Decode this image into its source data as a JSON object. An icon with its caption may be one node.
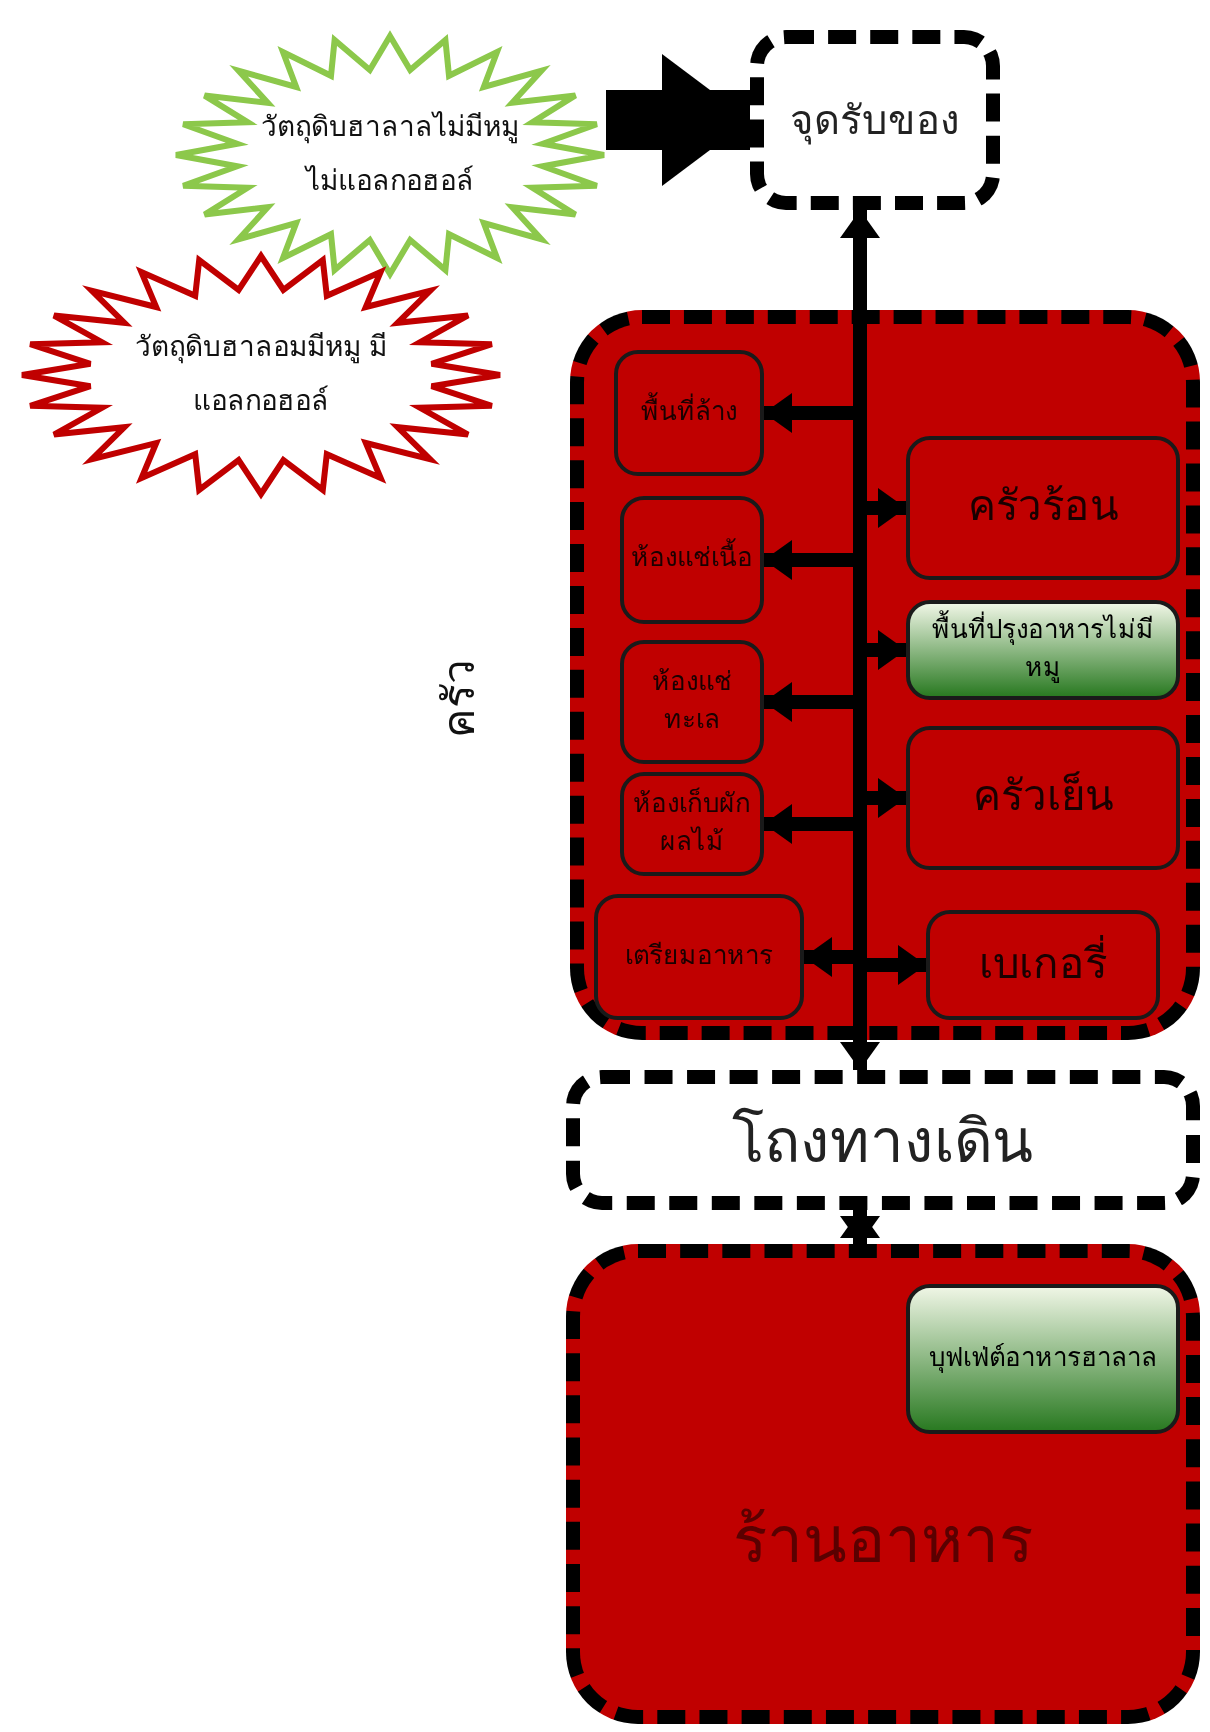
{
  "diagram": {
    "nodes": [
      {
        "text": [
          "วัตถุดิบฮาลาลไม่มีหมู ไม่แอลกอฮอล์"
        ]
      },
      {
        "text": [
          "วัตถุดิบฮาลอมมีหมู มีแอลกอฮอล์"
        ]
      },
      {
        "text": [
          "จุดรับของ"
        ]
      },
      {
        "text": [
          "ครัว"
        ]
      },
      {
        "text": [
          "พื้นที่ล้าง"
        ],
        "in": 3
      },
      {
        "text": [
          "ครัวร้อน"
        ],
        "in": 3
      },
      {
        "text": [
          "ห้องแช่เนื้อ"
        ],
        "in": 3
      },
      {
        "text": [
          "พื้นที่ปรุงอาหารไม่มีหมู"
        ],
        "in": 3
      },
      {
        "text": [
          "ห้องแช่ทะเล"
        ],
        "in": 3
      },
      {
        "text": [
          "ห้องเก็บผักผลไม้"
        ],
        "in": 3
      },
      {
        "text": [
          "ครัวเย็น"
        ],
        "in": 3
      },
      {
        "text": [
          "เตรียมอาหาร"
        ],
        "in": 3
      },
      {
        "text": [
          "เบเกอรี่"
        ],
        "in": 3
      },
      {
        "text": [
          "โถงทางเดิน"
        ]
      },
      {
        "text": [
          "ร้านอาหาร"
        ]
      },
      {
        "text": [
          "บุฟเฟ่ต์อาหารฮาลาล"
        ],
        "in": 14
      }
    ],
    "edges": [
      {
        "from": 0,
        "to": 2,
        "arrow": "to",
        "style": "thick"
      },
      {
        "from": 2,
        "to": 13,
        "arrow": "both"
      },
      {
        "from": 2,
        "to": 4,
        "arrow": "to"
      },
      {
        "from": 2,
        "to": 5,
        "arrow": "to"
      },
      {
        "from": 2,
        "to": 6,
        "arrow": "to"
      },
      {
        "from": 2,
        "to": 7,
        "arrow": "to"
      },
      {
        "from": 2,
        "to": 8,
        "arrow": "to"
      },
      {
        "from": 2,
        "to": 9,
        "arrow": "to"
      },
      {
        "from": 2,
        "to": 10,
        "arrow": "to"
      },
      {
        "from": 2,
        "to": 11,
        "arrow": "to"
      },
      {
        "from": 2,
        "to": 12,
        "arrow": "to"
      },
      {
        "from": 13,
        "to": 14,
        "arrow": "both"
      }
    ]
  }
}
